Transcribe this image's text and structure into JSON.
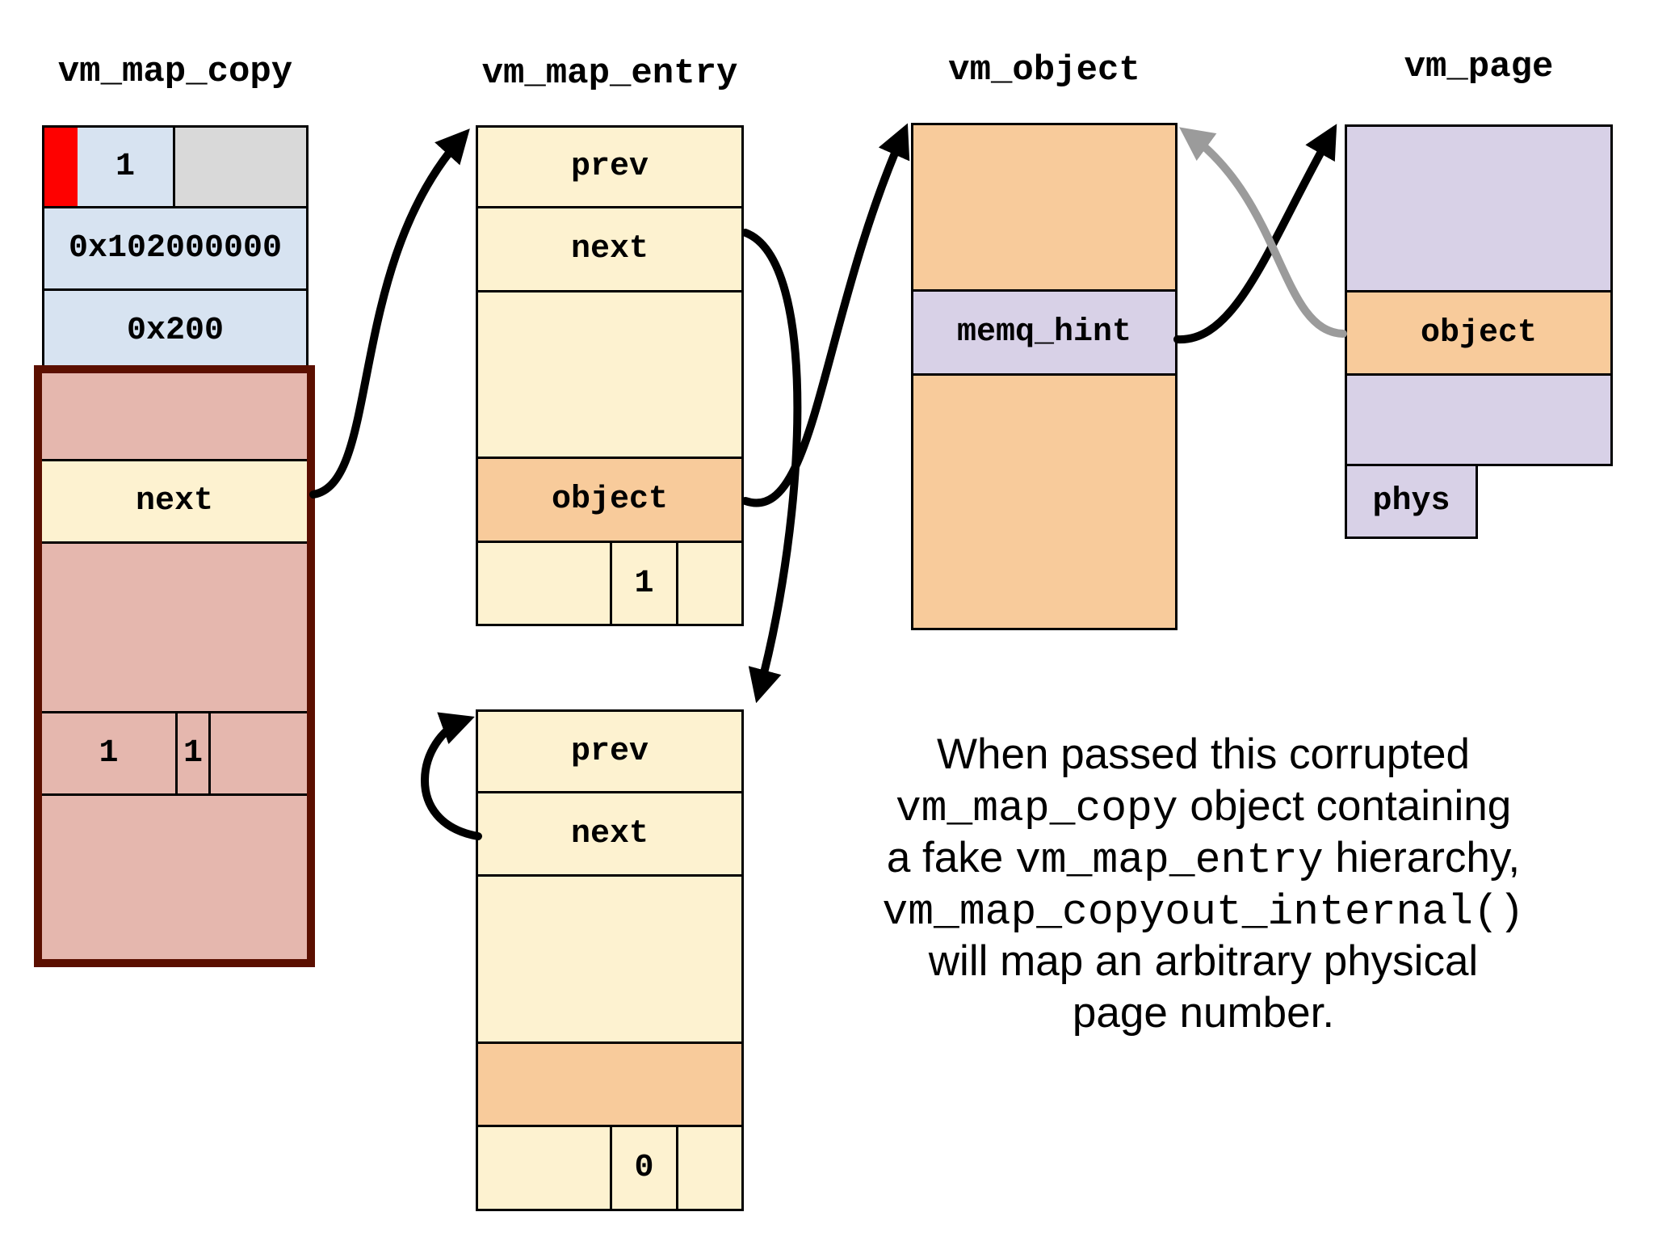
{
  "colors": {
    "blue": "#d7e3f1",
    "gray": "#d9d9d9",
    "cream": "#fdf2d0",
    "orange": "#f8cb9b",
    "lavender": "#d8d1e7",
    "pink": "#e5b7ae",
    "maroon": "#5b0f00",
    "red": "#fe0100",
    "arrow_black": "#000000",
    "arrow_gray": "#9b9b9b"
  },
  "vm_map_copy": {
    "title": "vm_map_copy",
    "type_value": "1",
    "offset_value": "0x102000000",
    "size_value": "0x200",
    "next_label": "next",
    "flag_value_a": "1",
    "flag_value_b": "1"
  },
  "vm_map_entry_top": {
    "title": "vm_map_entry",
    "prev_label": "prev",
    "next_label": "next",
    "object_label": "object",
    "wired_value": "1"
  },
  "vm_object": {
    "title": "vm_object",
    "memq_hint_label": "memq_hint"
  },
  "vm_page": {
    "title": "vm_page",
    "object_label": "object",
    "phys_label": "phys"
  },
  "vm_map_entry_bottom": {
    "prev_label": "prev",
    "next_label": "next",
    "wired_value": "0"
  },
  "caption": {
    "lines": [
      [
        {
          "t": "When passed this corrupted",
          "mono": false
        }
      ],
      [
        {
          "t": "vm_map_copy",
          "mono": true
        },
        {
          "t": " object containing",
          "mono": false
        }
      ],
      [
        {
          "t": "a fake ",
          "mono": false
        },
        {
          "t": "vm_map_entry",
          "mono": true
        },
        {
          "t": " hierarchy,",
          "mono": false
        }
      ],
      [
        {
          "t": "vm_map_copyout_internal()",
          "mono": true
        }
      ],
      [
        {
          "t": "will map an arbitrary physical",
          "mono": false
        }
      ],
      [
        {
          "t": "page number.",
          "mono": false
        }
      ]
    ]
  }
}
